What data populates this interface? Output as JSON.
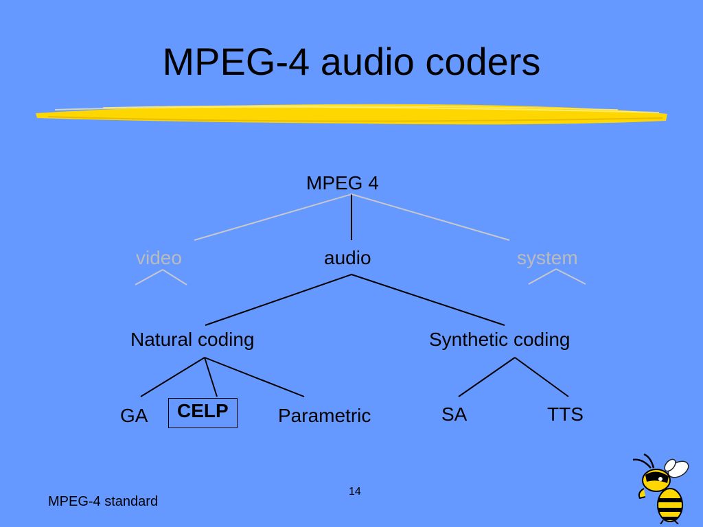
{
  "slide": {
    "title": "MPEG-4 audio coders",
    "footer": "MPEG-4 standard",
    "page_number": "14"
  },
  "tree": {
    "root": "MPEG 4",
    "level1": {
      "video": "video",
      "audio": "audio",
      "system": "system"
    },
    "level2": {
      "natural": "Natural coding",
      "synthetic": "Synthetic coding"
    },
    "natural_children": {
      "ga": "GA",
      "celp": "CELP",
      "parametric": "Parametric"
    },
    "synthetic_children": {
      "sa": "SA",
      "tts": "TTS"
    }
  },
  "colors": {
    "background": "#6699ff",
    "dimmed": "#bbbbbb",
    "highlight_stroke": "#ffd700"
  },
  "icons": {
    "mascot": "yellow-jacket-bee-icon"
  }
}
